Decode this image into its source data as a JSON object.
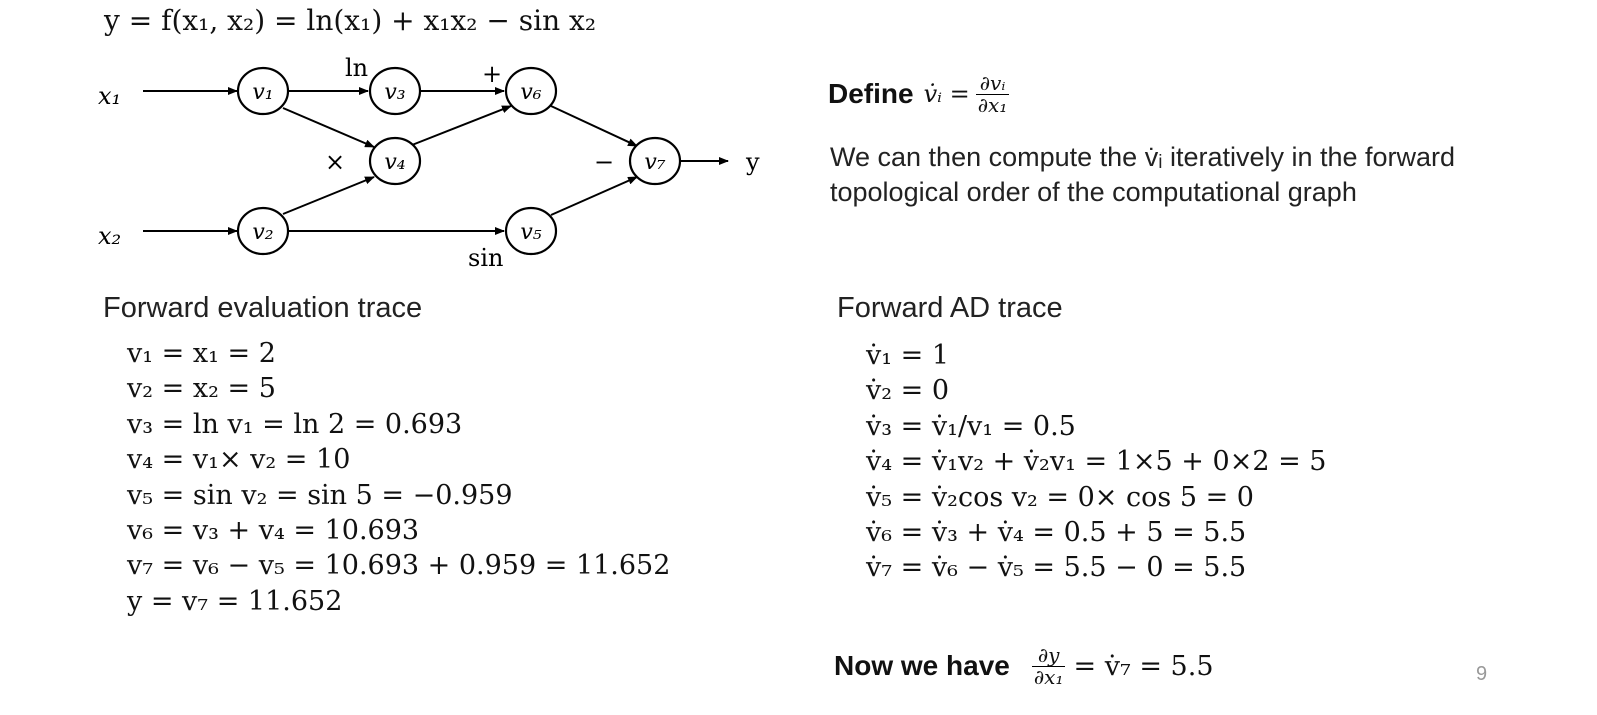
{
  "title_equation": "y = f(x₁, x₂) = ln(x₁) + x₁x₂ − sin x₂",
  "graph": {
    "inputs": [
      "x₁",
      "x₂"
    ],
    "output": "y",
    "nodes": [
      "v₁",
      "v₂",
      "v₃",
      "v₄",
      "v₅",
      "v₆",
      "v₇"
    ],
    "ops": {
      "ln": "ln",
      "times": "×",
      "sin": "sin",
      "plus": "+",
      "minus": "−"
    }
  },
  "define": {
    "prefix": "Define",
    "lhs": "v̇ᵢ =",
    "frac_num": "∂vᵢ",
    "frac_den": "∂x₁"
  },
  "explanation": {
    "line1": "We can then compute the v̇ᵢ iteratively in the forward",
    "line2": "topological order of the computational graph"
  },
  "forward_eval": {
    "heading": "Forward evaluation trace",
    "lines": [
      "v₁ = x₁ = 2",
      "v₂ = x₂ = 5",
      "v₃ = ln v₁ = ln 2 = 0.693",
      "v₄ = v₁× v₂ = 10",
      "v₅ = sin v₂ = sin 5 = −0.959",
      "v₆ = v₃ + v₄ = 10.693",
      "v₇ = v₆ − v₅ = 10.693 + 0.959 = 11.652",
      "y = v₇ = 11.652"
    ]
  },
  "forward_ad": {
    "heading": "Forward AD trace",
    "lines": [
      "v̇₁ = 1",
      "v̇₂ = 0",
      "v̇₃ = v̇₁/v₁ = 0.5",
      "v̇₄ = v̇₁v₂ + v̇₂v₁ = 1×5 + 0×2 = 5",
      "v̇₅ = v̇₂cos v₂ = 0× cos 5 = 0",
      "v̇₆ = v̇₃ + v̇₄ = 0.5 + 5 = 5.5",
      "v̇₇ = v̇₆ − v̇₅ = 5.5 − 0 = 5.5"
    ]
  },
  "conclusion": {
    "prefix": "Now we have",
    "frac_num": "∂y",
    "frac_den": "∂x₁",
    "rhs": "= v̇₇ = 5.5"
  },
  "page_number": "9"
}
